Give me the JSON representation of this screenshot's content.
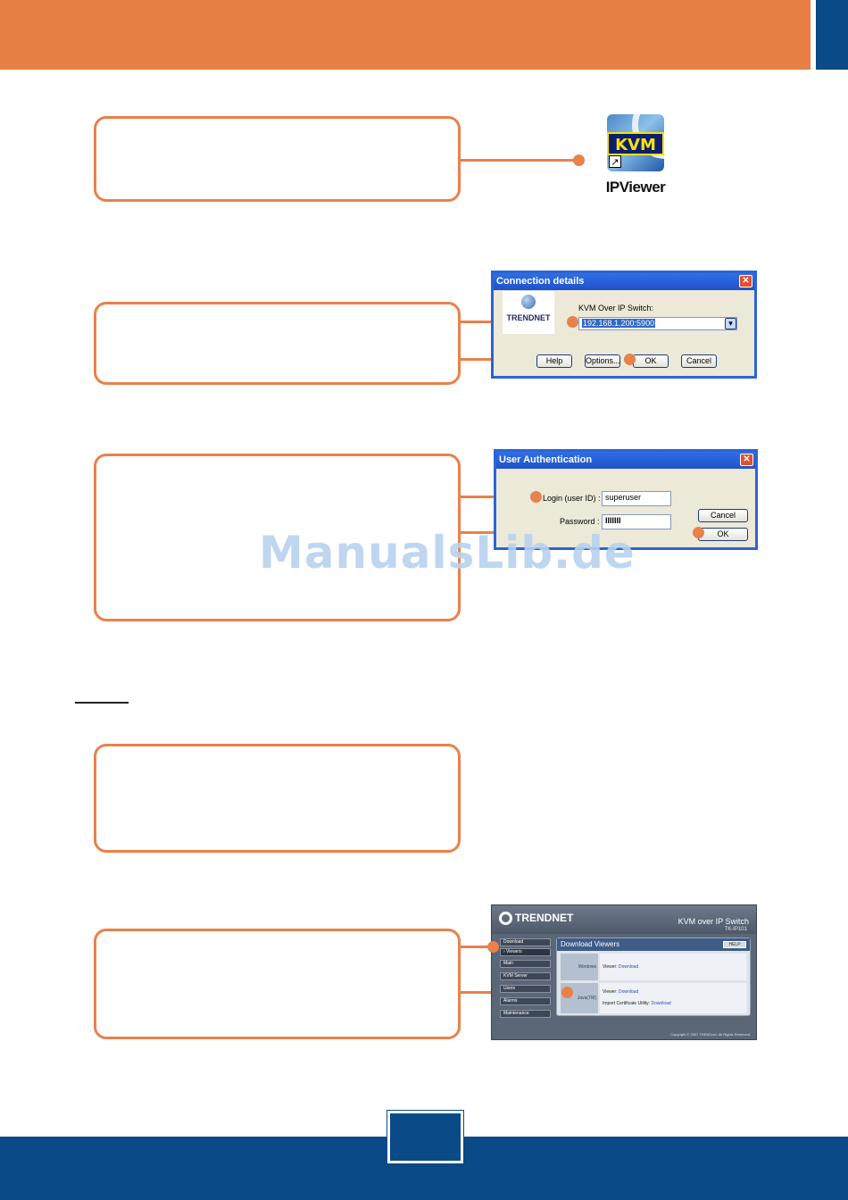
{
  "icon": {
    "kvm_text": "KVM",
    "label": "IPViewer"
  },
  "connection_dialog": {
    "title": "Connection details",
    "close": "✕",
    "logo_text": "TRENDNET",
    "field_label": "KVM Over IP Switch:",
    "address_value": "192.168.1.200:5900",
    "dropdown_glyph": "▾",
    "help_label": "Help",
    "options_label": "Options...",
    "ok_label": "OK",
    "cancel_label": "Cancel"
  },
  "auth_dialog": {
    "title": "User Authentication",
    "close": "✕",
    "login_label": "Login (user ID) :",
    "login_value": "superuser",
    "password_label": "Password :",
    "password_value": "IIIIIII",
    "cancel_label": "Cancel",
    "ok_label": "OK"
  },
  "watermark": "ManualsLib.de",
  "web": {
    "logo": "TRENDNET",
    "title": "KVM over IP Switch",
    "model": "TK-IP101",
    "nav": [
      "Download",
      "› Viewers",
      "Main",
      "KVM Server",
      "Users",
      "Alarms",
      "Maintenance"
    ],
    "panel_title": "Download Viewers",
    "help": "HELP",
    "row1_label": "Windows",
    "row1_text": "Viewer:",
    "row1_link": "Download",
    "row2_label": "Java(TM)",
    "row2_text": "Viewer:",
    "row2_link": "Download",
    "row2b_text": "Import Certificate Utility:",
    "row2b_link": "Download",
    "copyright": "Copyright © 2007 TRENDnet. All Rights Reserved."
  }
}
